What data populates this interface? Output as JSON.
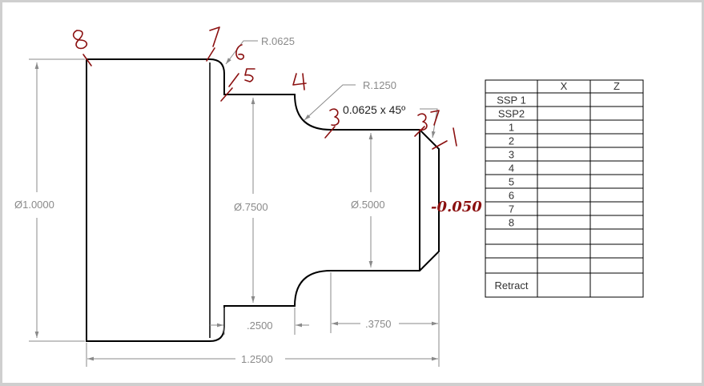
{
  "dimensions": {
    "dia_overall": "Ø1.0000",
    "dia_mid": "Ø.7500",
    "dia_small": "Ø.5000",
    "radius_small": "R.0625",
    "radius_large": "R.1250",
    "chamfer": "0.0625 x 45º",
    "len_groove": ".2500",
    "len_small": ".3750",
    "len_overall": "1.2500"
  },
  "annotations": {
    "points": [
      "1",
      "3",
      "3",
      "4",
      "5",
      "6",
      "7",
      "8"
    ],
    "x_offset": "-0.050"
  },
  "table": {
    "headers": [
      "",
      "X",
      "Z"
    ],
    "rows": [
      "SSP 1",
      "SSP2",
      "1",
      "2",
      "3",
      "4",
      "5",
      "6",
      "7",
      "8",
      "",
      "",
      "",
      "Retract"
    ]
  },
  "colors": {
    "line": "#000000",
    "dimension": "#8a8a8a",
    "handwriting": "#8b1010"
  }
}
